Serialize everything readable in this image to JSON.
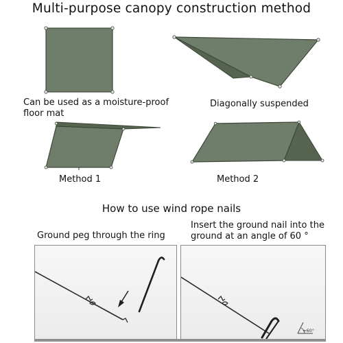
{
  "header": {
    "title": "Multi-purpose canopy construction method"
  },
  "setups": [
    {
      "caption": "Can be used as a moisture-proof floor mat",
      "icon": "floor-mat-tarp-figure"
    },
    {
      "caption": "Diagonally suspended",
      "icon": "diagonal-tarp-figure"
    },
    {
      "caption": "Method 1",
      "icon": "lean-to-tarp-figure"
    },
    {
      "caption": "Method 2",
      "icon": "a-frame-tarp-figure"
    }
  ],
  "wind_rope": {
    "title": "How to use wind rope nails",
    "steps": [
      {
        "caption": "Ground peg through the ring",
        "icon": "peg-through-ring-figure"
      },
      {
        "caption": "Insert the ground nail into the ground at an angle of 60 °",
        "icon": "peg-in-ground-figure",
        "angle_label": "≈60°"
      }
    ]
  },
  "colors": {
    "tarp_fill": "#6f7e6a",
    "tarp_shadow": "#56634f",
    "tarp_outline": "#3e473a",
    "grommet": "#e8e8e8",
    "rope": "#2a2a2a",
    "panel_border": "#8a8a8a"
  }
}
